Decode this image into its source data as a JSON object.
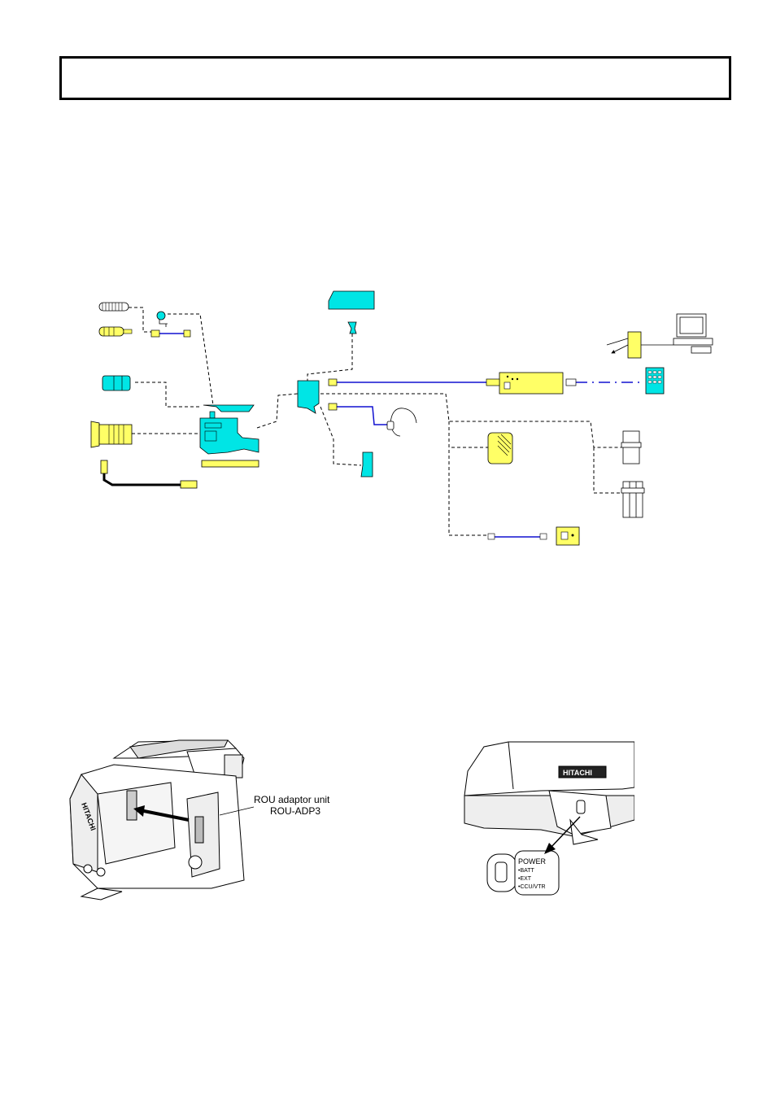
{
  "title": "",
  "figures": {
    "rou_adaptor": {
      "label_line1": "ROU adaptor unit",
      "label_line2": "ROU-ADP3",
      "brand": "HITACHI"
    },
    "power_switch": {
      "brand": "HITACHI",
      "switch_title": "POWER",
      "options": [
        "•BATT",
        "•EXT",
        "•CCU/VTR"
      ]
    }
  },
  "colors": {
    "camera_cyan": "#00e5e5",
    "accessory_yellow": "#ffff66",
    "cable_blue": "#1010d0",
    "line_black": "#000000"
  }
}
